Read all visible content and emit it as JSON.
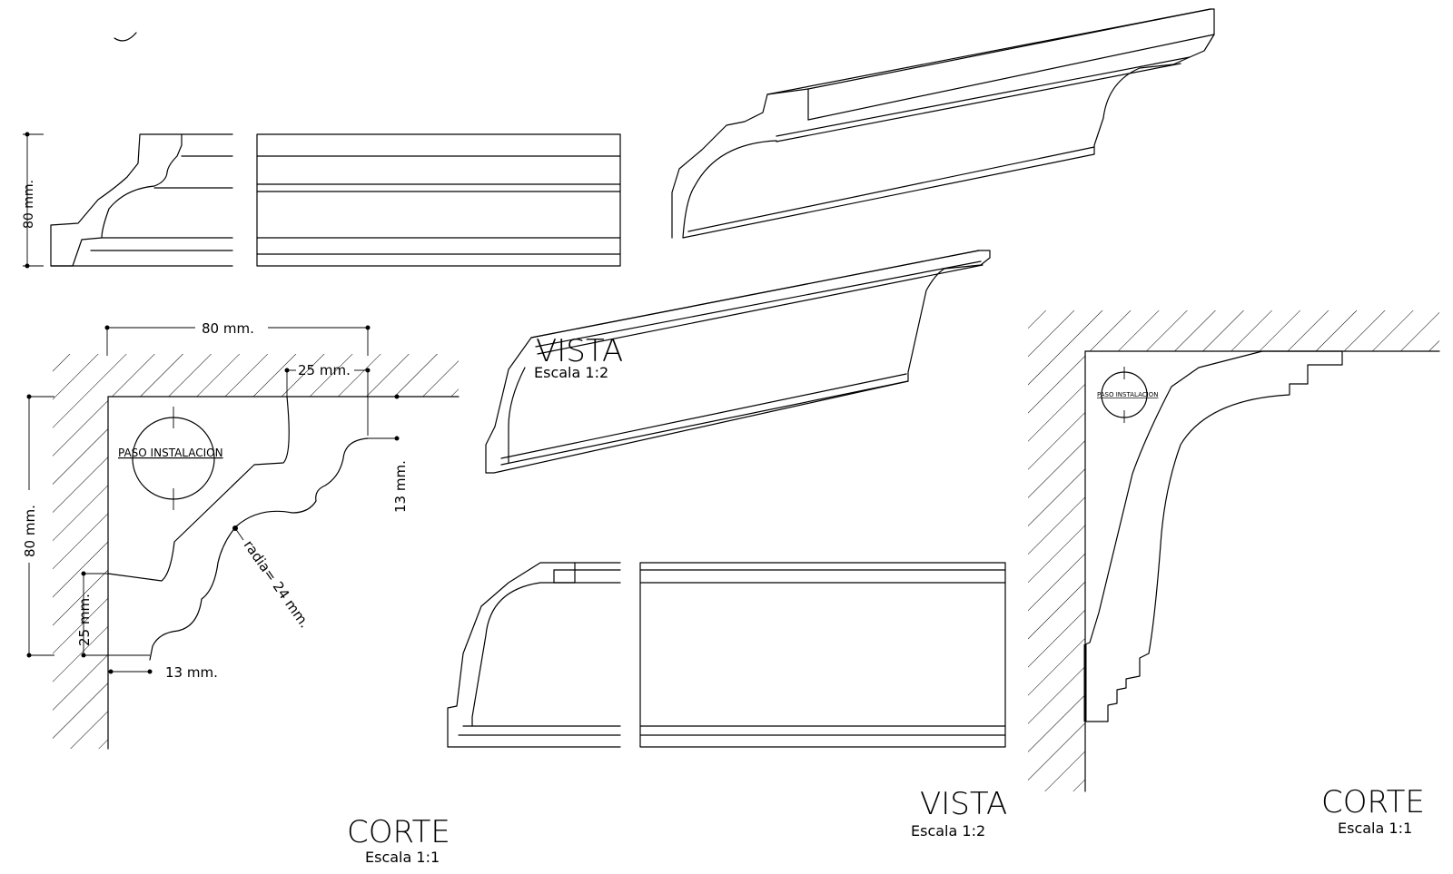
{
  "dims": {
    "top_height": "80 mm.",
    "left_width": "80 mm.",
    "left_height": "80 mm.",
    "step_25_top": "25 mm.",
    "step_13_right": "13 mm.",
    "step_25_left": "25 mm.",
    "step_13_bottom": "13 mm.",
    "radius": "radia= 24 mm."
  },
  "labels": {
    "paso_left": "PASO INSTALACION",
    "paso_right": "PASO INSTALACION"
  },
  "titles": {
    "corte_left": "CORTE",
    "corte_left_scale": "Escala 1:1",
    "vista_mid": "VISTA",
    "vista_mid_scale": "Escala 1:2",
    "vista_bottom": "VISTA",
    "vista_bottom_scale": "Escala 1:2",
    "corte_right": "CORTE",
    "corte_right_scale": "Escala 1:1"
  }
}
